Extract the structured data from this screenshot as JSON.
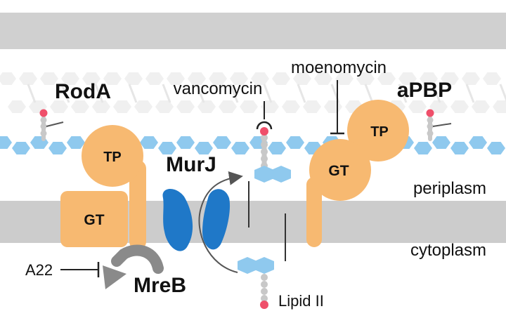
{
  "labels": {
    "roda": "RodA",
    "apbp": "aPBP",
    "murj": "MurJ",
    "mreb": "MreB",
    "vancomycin": "vancomycin",
    "moenomycin": "moenomycin",
    "periplasm": "periplasm",
    "cytoplasm": "cytoplasm",
    "a22": "A22",
    "lipid_ii": "Lipid II",
    "tp_left": "TP",
    "gt_left": "GT",
    "tp_right": "TP",
    "gt_right": "GT"
  },
  "colors": {
    "membrane": "#cccccc",
    "outer_band": "#d0d0d0",
    "enzyme": "#f7b971",
    "murj": "#1f78c8",
    "sugar": "#8fc9ee",
    "lipid_bead": "#c8c8c8",
    "lipid_head": "#ef4f6a",
    "mreb": "#8a8a8a",
    "hex_ghost": "#f0f0f0"
  },
  "icons": {
    "murj_transport_arrow": "curved-arrow-icon",
    "mreb_arrow": "curved-arrow-icon",
    "inhibitor": "t-bar-inhibitor-icon"
  }
}
